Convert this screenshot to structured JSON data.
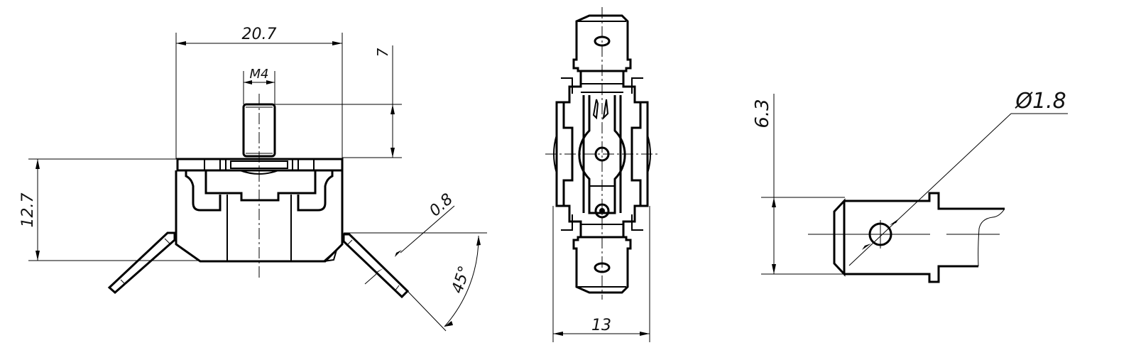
{
  "drawing": {
    "type": "technical-dimension-drawing",
    "subject": "thermostat / bimetal switch with threaded stud and 6.3 quick-connect terminals",
    "line_color": "#000000",
    "background": "#ffffff"
  },
  "views": {
    "front": {
      "name": "front-view",
      "dimensions": {
        "body_width": "20.7",
        "stud_thread": "M4",
        "stud_height": "7",
        "body_height": "12.7",
        "terminal_thickness": "0.8",
        "terminal_angle": "45°"
      }
    },
    "top": {
      "name": "top-view",
      "dimensions": {
        "overall_width": "13"
      }
    },
    "terminal_detail": {
      "name": "terminal-detail-view",
      "dimensions": {
        "tab_width": "6.3",
        "hole_diameter": "Ø1.8"
      }
    }
  }
}
